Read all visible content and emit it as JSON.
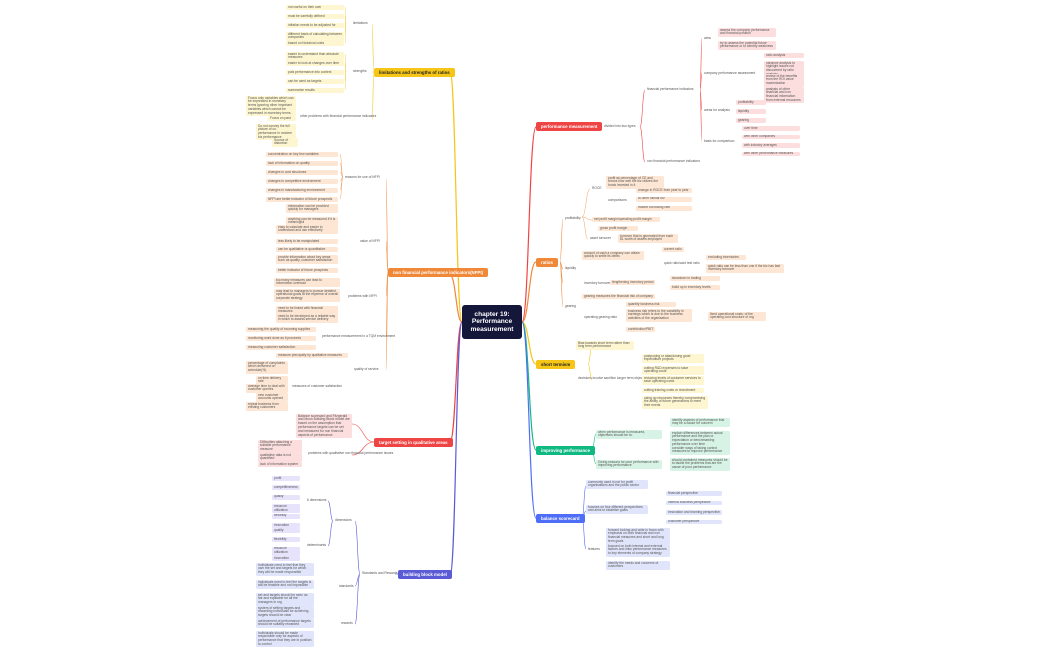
{
  "title": "chapter 19: Performance measurement",
  "colors": {
    "root": "#14163a",
    "yellow": "#f5c518",
    "orange": "#f0883a",
    "red": "#ef4444",
    "green": "#10b981",
    "blue": "#4f6ef7",
    "purple": "#5b5bd6"
  },
  "topics": {
    "limitations": "limitations and strengths of ratios",
    "nfpi": "non financial performance indicators(NFPI)",
    "target": "target setting in qualitative areas",
    "building": "building block model",
    "performance": "performance measurement",
    "ratios": "ratios",
    "short": "short termism",
    "improving": "improving performance",
    "balance": "balance scorecard"
  },
  "limitations": {
    "lim_label": "limitations",
    "lim": [
      "not useful on their own",
      "must be carefully defined",
      "inflation needs to be adjusted for",
      "different basis of calculating between companies",
      "based on historical costs"
    ],
    "str_label": "strengths",
    "str": [
      "easier to understand than absolute measures",
      "easier to look at changes over time",
      "puts performance into context",
      "can be used as targets",
      "summarize results"
    ],
    "other_label": "other problems with financial performance indicators",
    "other": [
      "Focus only variables which can be expressed in monetary terms ignoring other important variables which cannot be expressed in monetary terms.",
      "Focus on past",
      "Do not convey the full picture of co. performance in modern biz performance",
      "Source of distortion"
    ]
  },
  "nfpi": {
    "reasons_label": "reasons for use of NFPI",
    "reasons": [
      "concentration on key few variables",
      "lack of information on quality",
      "changes in cost structures",
      "changes in competitive environment",
      "changes in manufacturing environment",
      "NFPI are better indicator of future prospects"
    ],
    "value_label": "value of NFPI",
    "value": [
      "information can be provided quickly for managers",
      "anything can be measured if it is meaningful",
      "easy to calculate and easier to understand and use effectively",
      "less likely to be manipulated",
      "can be qualitative or quantitative",
      "provide information about key areas such as quality, customer satisfaction",
      "better indicator of future prospects"
    ],
    "problems_label": "problems with NFPI",
    "problems": [
      "too many measures can lead to information overload",
      "may lead to managers to pursue detailed operational goals at the expense of overall corporate strategy",
      "need to be linked with financial measures",
      "need to be developed as a reliable way in which to assess service delivery"
    ],
    "perf_label": "performance measurement in a TQM environment",
    "perf": [
      "measuring the quality of incoming supplies",
      "monitoring work done as it proceeds",
      "measuring customer satisfaction"
    ],
    "qos_label": "quality of service",
    "qos_head": "measure principally by qualitative measures",
    "qos_sub_label": "measures of customer satisfaction",
    "qos_sub": [
      "percentage of complaints which delivered on schedule(%)",
      "on time delivery rate",
      "average time to deal with customer queries",
      "new customer accounts opened",
      "repeat business from existing customers"
    ]
  },
  "target": {
    "note": "Balance scorecard and Fitzgerald and Moon Building Block model are based on the assumption that performance targets can be set and measured for non financial aspects of performance.",
    "prob_label": "problems with qualitative non financial performance issues",
    "prob": [
      "Difficulties attaching a suitable performance measure",
      "qualitative data is not quantified",
      "lack of information system"
    ]
  },
  "building": {
    "dims_label": "dimensions",
    "dims_sub_label": "6 dimensions",
    "dims6": [
      "profit",
      "competitiveness",
      "quality",
      "resource utilization",
      "flexibility",
      "innovation"
    ],
    "results_label": "determinants",
    "results": [
      "quality",
      "flexibility",
      "resource utilization",
      "innovation"
    ],
    "standards_label": "standards",
    "sf_label": "Standards and Rewards",
    "standards": [
      "Individuals need to feel that they own the set and targets for which they will be made responsible",
      "individuals need to feel the targets is still be feasible and not impossible",
      "set and targets should be seen as fair and equitable for all the managers in org"
    ],
    "rewards_label": "rewards",
    "rewards": [
      "system of setting targets and rewarding individuals for achieving targets should be clear",
      "achievement of performance targets should be suitably rewarded",
      "Individuals should be made responsible only for aspects of performance that they are in position to control"
    ]
  },
  "performance": {
    "divided": "divided into two types",
    "fpi_label": "financial performance indicators",
    "aims_label": "aims",
    "aims": [
      "assess the company performance and financial position",
      "try to assess the potential future performance or to identify weakness"
    ],
    "comp_label": "company performance assessment",
    "comp": [
      "ratio analysis",
      "variance analysis to highlight issues not discovered by ratio analysis",
      "review of the benefits from the ROI value maximization",
      "analysis of other financial and non financial information from external resources"
    ],
    "areas_label": "areas for analysis",
    "areas": [
      "profitability",
      "liquidity",
      "gearing"
    ],
    "basis_label": "basis for comparison",
    "basis": [
      "over time",
      "with other companies",
      "with industry averages",
      "with other performance measures"
    ],
    "nfpi": "non financial performance indicators"
  },
  "ratios": {
    "prof_label": "profitability",
    "roce_label": "ROCE",
    "roce": "profit as percentage of CE and shows how well the biz utilizes the funds invested in it",
    "comp_label": "comparisons",
    "comp": [
      "change in ROCE from year to year",
      "to other similar biz",
      "market borrowing rate"
    ],
    "prof_items": [
      "net profit margin/operating profit margin",
      "gross profit margin"
    ],
    "asset_label": "asset turnover",
    "asset": "turnover that is generated from each $1 worth of assets employed",
    "liq_label": "liquidity",
    "liq_text": "amount of cash a company can obtain quickly to settle its debts",
    "cur": "current ratio",
    "quick_label": "quick ratio/acid test ratio",
    "quick": [
      "excluding inventories",
      "quick ratio can be less than one if the biz has fast inventory turnover"
    ],
    "inv_label": "inventory turnover",
    "inv_head": "lengthening inventory period",
    "inv": [
      "slowdown in trading",
      "build up in inventory levels"
    ],
    "gear_label": "gearing",
    "gear_text": "gearing measures the financial risk of company",
    "op_label": "operating gearing ratio",
    "op": [
      "quantify business risk",
      "business risk refers to the variability in earnings which is due to the business activities of the organisation"
    ],
    "op_sub": "contribution/PBIT",
    "op_note": "fixed operational costs: of the operating cost structure of org"
  },
  "short": {
    "intro": "Bias towards short term rather than long term performance",
    "method_label": "decisions involve sacrifice longer term objectives",
    "method": [
      "postponing or abandoning good expenditure projects",
      "cutting R&D expenses to save operating costs",
      "reducing levels of customer services to save operating costs",
      "cutting training costs or recruitment",
      "using up resources thereby compromising the ability of future generations to meet their needs"
    ]
  },
  "improving": {
    "p1": "when performance is measured, objectives should be to:",
    "p1_items": [
      "identify aspects of performance that may be a cause for concern",
      "explain differences between actual performance and the plan or expectation or benchmarking performance over time",
      "consider ways of taking control measures to improve performance"
    ],
    "p2": "Giving reasons for poor performance with improving performance",
    "p2_items": [
      "should contained measures should be to tackle the problems that are the cause of poor performance"
    ]
  },
  "balance": {
    "intro": "commonly used in not for profit organisations and the public sector",
    "focus": "focuses on four different perspectives and aims to establish goals",
    "persp": [
      "financial perspective",
      "internal business perspective",
      "innovation and learning perspective",
      "customer perspective"
    ],
    "features_label": "features",
    "features": [
      "forward looking and wide in focus with emphasis on both financial and non financial measures and short and long term goals",
      "focused on both internal and external factors and links performance measures to key elements of company strategy",
      "identify the needs and concerns of customers"
    ]
  }
}
